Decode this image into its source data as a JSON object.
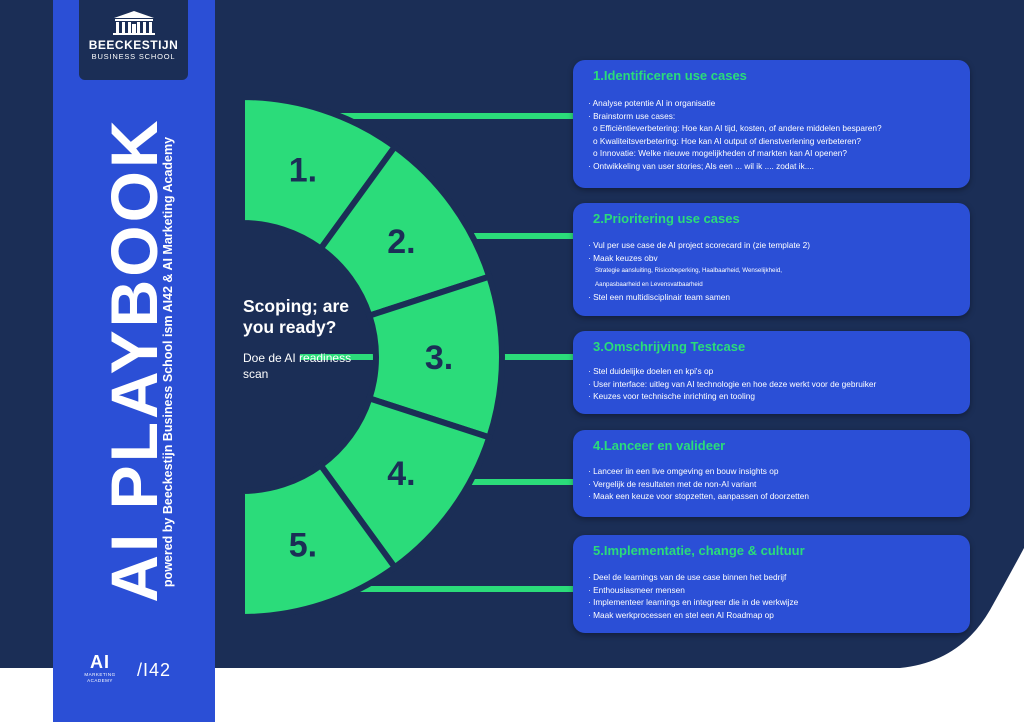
{
  "colors": {
    "navy": "#1b2e56",
    "blue": "#2b4fd6",
    "green": "#2bdc7a",
    "white": "#ffffff"
  },
  "logo": {
    "name": "BEECKESTIJN",
    "subtitle": "BUSINESS SCHOOL",
    "icon": "school-building-icon"
  },
  "sidebar": {
    "title": "AI PLAYBOOK",
    "subtitle": "powered by Beeckestijn Business School ism AI42 & AI Marketing Academy",
    "ai_logo_big": "AI",
    "ai_logo_small_1": "MARKETING",
    "ai_logo_small_2": "ACADEMY",
    "i42": "/I42"
  },
  "center": {
    "title": "Scoping; are you ready?",
    "subtitle": "Doe de AI readiness scan"
  },
  "segments": [
    "1.",
    "2.",
    "3.",
    "4.",
    "5."
  ],
  "steps": [
    {
      "title": "1.Identificeren use cases",
      "items": [
        "· Analyse potentie AI in organisatie",
        "· Brainstorm use cases:",
        "  o Efficiëntieverbetering: Hoe kan AI tijd, kosten, of andere middelen besparen?",
        "  o Kwaliteitsverbetering: Hoe kan AI output of dienstverlening verbeteren?",
        "  o Innovatie: Welke nieuwe mogelijkheden of markten kan AI openen?",
        "· Ontwikkeling van user stories; Als een ... wil ik .... zodat ik...."
      ]
    },
    {
      "title": "2.Prioritering use cases",
      "items": [
        "· Vul per use case de AI project scorecard in (zie template 2)",
        "· Maak keuzes obv",
        "Strategie aansluiting, Risicobeperking, Haalbaarheid, Wenselijkheid,",
        "Aanpasbaarheid en Levensvatbaarheid",
        "· Stel een multidisciplinair team samen"
      ]
    },
    {
      "title": "3.Omschrijving Testcase",
      "items": [
        "· Stel duidelijke doelen en kpi's op",
        "· User interface: uitleg van AI technologie en hoe deze werkt voor de gebruiker",
        "· Keuzes voor technische inrichting en tooling"
      ]
    },
    {
      "title": "4.Lanceer en valideer",
      "items": [
        "· Lanceer iin een live omgeving en bouw insights op",
        "· Vergelijk de resultaten met de non-AI variant",
        "· Maak een keuze voor stopzetten, aanpassen of doorzetten"
      ]
    },
    {
      "title": "5.Implementatie, change & cultuur",
      "items": [
        "· Deel de learnings van de use case binnen het bedrijf",
        "· Enthousiasmeer mensen",
        "· Implementeer learnings en integreer die in de werkwijze",
        "· Maak werkprocessen en stel een AI Roadmap op"
      ]
    }
  ]
}
